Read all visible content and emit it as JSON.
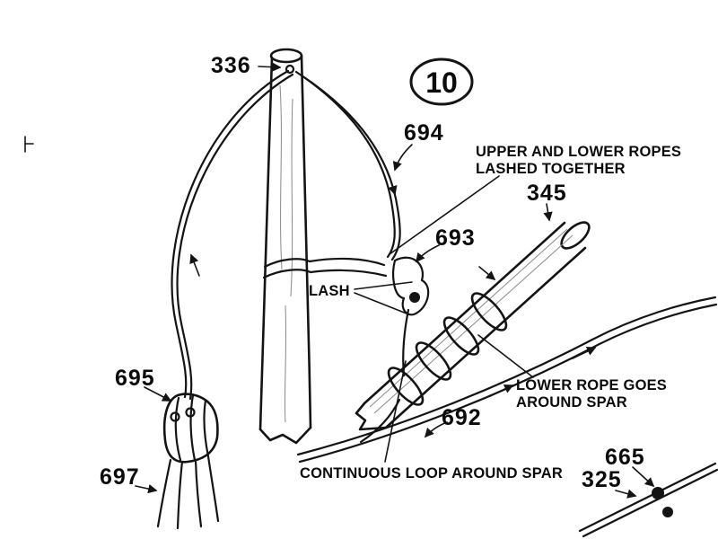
{
  "figure": {
    "number": "10"
  },
  "part_numbers": {
    "n336": "336",
    "n694": "694",
    "n345": "345",
    "n693": "693",
    "n695": "695",
    "n697": "697",
    "n692": "692",
    "n665": "665",
    "n325": "325"
  },
  "annotations": {
    "lashed_line1": "UPPER AND LOWER ROPES",
    "lashed_line2": "LASHED TOGETHER",
    "lash": "LASH",
    "lower_rope_line1": "LOWER ROPE GOES",
    "lower_rope_line2": "AROUND SPAR",
    "continuous_loop": "CONTINUOUS LOOP AROUND SPAR"
  },
  "colors": {
    "ink": "#101010",
    "background": "#ffffff"
  }
}
